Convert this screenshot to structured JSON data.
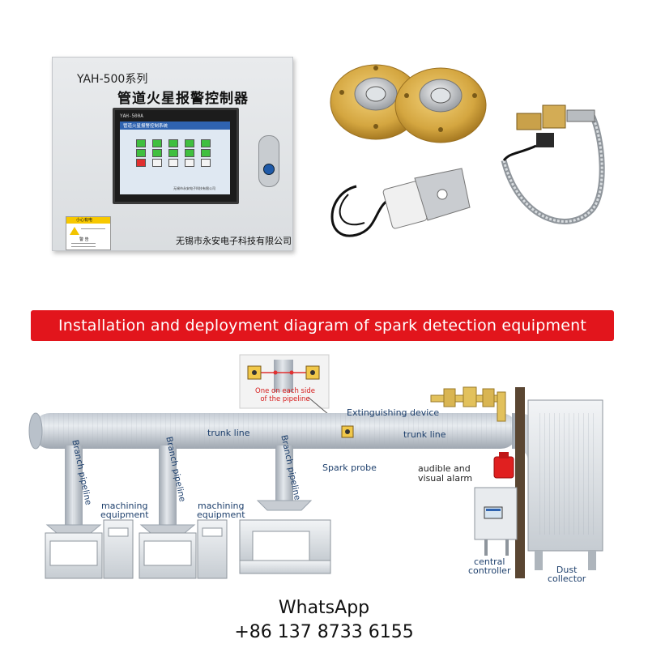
{
  "cabinet": {
    "series": "YAH-500系列",
    "title": "管道火星报警控制器",
    "screen_model": "YAH-500A",
    "screen_header": "管道火星报警控制系统",
    "screen_footer": "无锡市永安电子科技有限公司",
    "warning_header": "小心有电",
    "warning_label": "警 告",
    "company": "无锡市永安电子科技有限公司"
  },
  "banner": {
    "text": "Installation and deployment diagram of spark detection equipment",
    "color": "#e2151c"
  },
  "diagram": {
    "inset_caption_line1": "One on each side",
    "inset_caption_line2": "of the pipeline",
    "trunk_line_left": "trunk line",
    "trunk_line_right": "trunk line",
    "extinguishing_device": "Extinguishing device",
    "spark_probe": "Spark probe",
    "audible_alarm_line1": "audible and",
    "audible_alarm_line2": "visual alarm",
    "branch_pipeline_1": "Branch pipeline",
    "branch_pipeline_2": "Branch pipeline",
    "branch_pipeline_3": "Branch pipeline",
    "machining_1_line1": "machining",
    "machining_1_line2": "equipment",
    "machining_2_line1": "machining",
    "machining_2_line2": "equipment",
    "central_controller_line1": "central",
    "central_controller_line2": "controller",
    "dust_collector_line1": "Dust",
    "dust_collector_line2": "collector",
    "label_color": "#1d3f6c",
    "alarm_color": "#e02020"
  },
  "contact": {
    "whatsapp": "WhatsApp",
    "phone": "+86 137 8733 6155"
  }
}
